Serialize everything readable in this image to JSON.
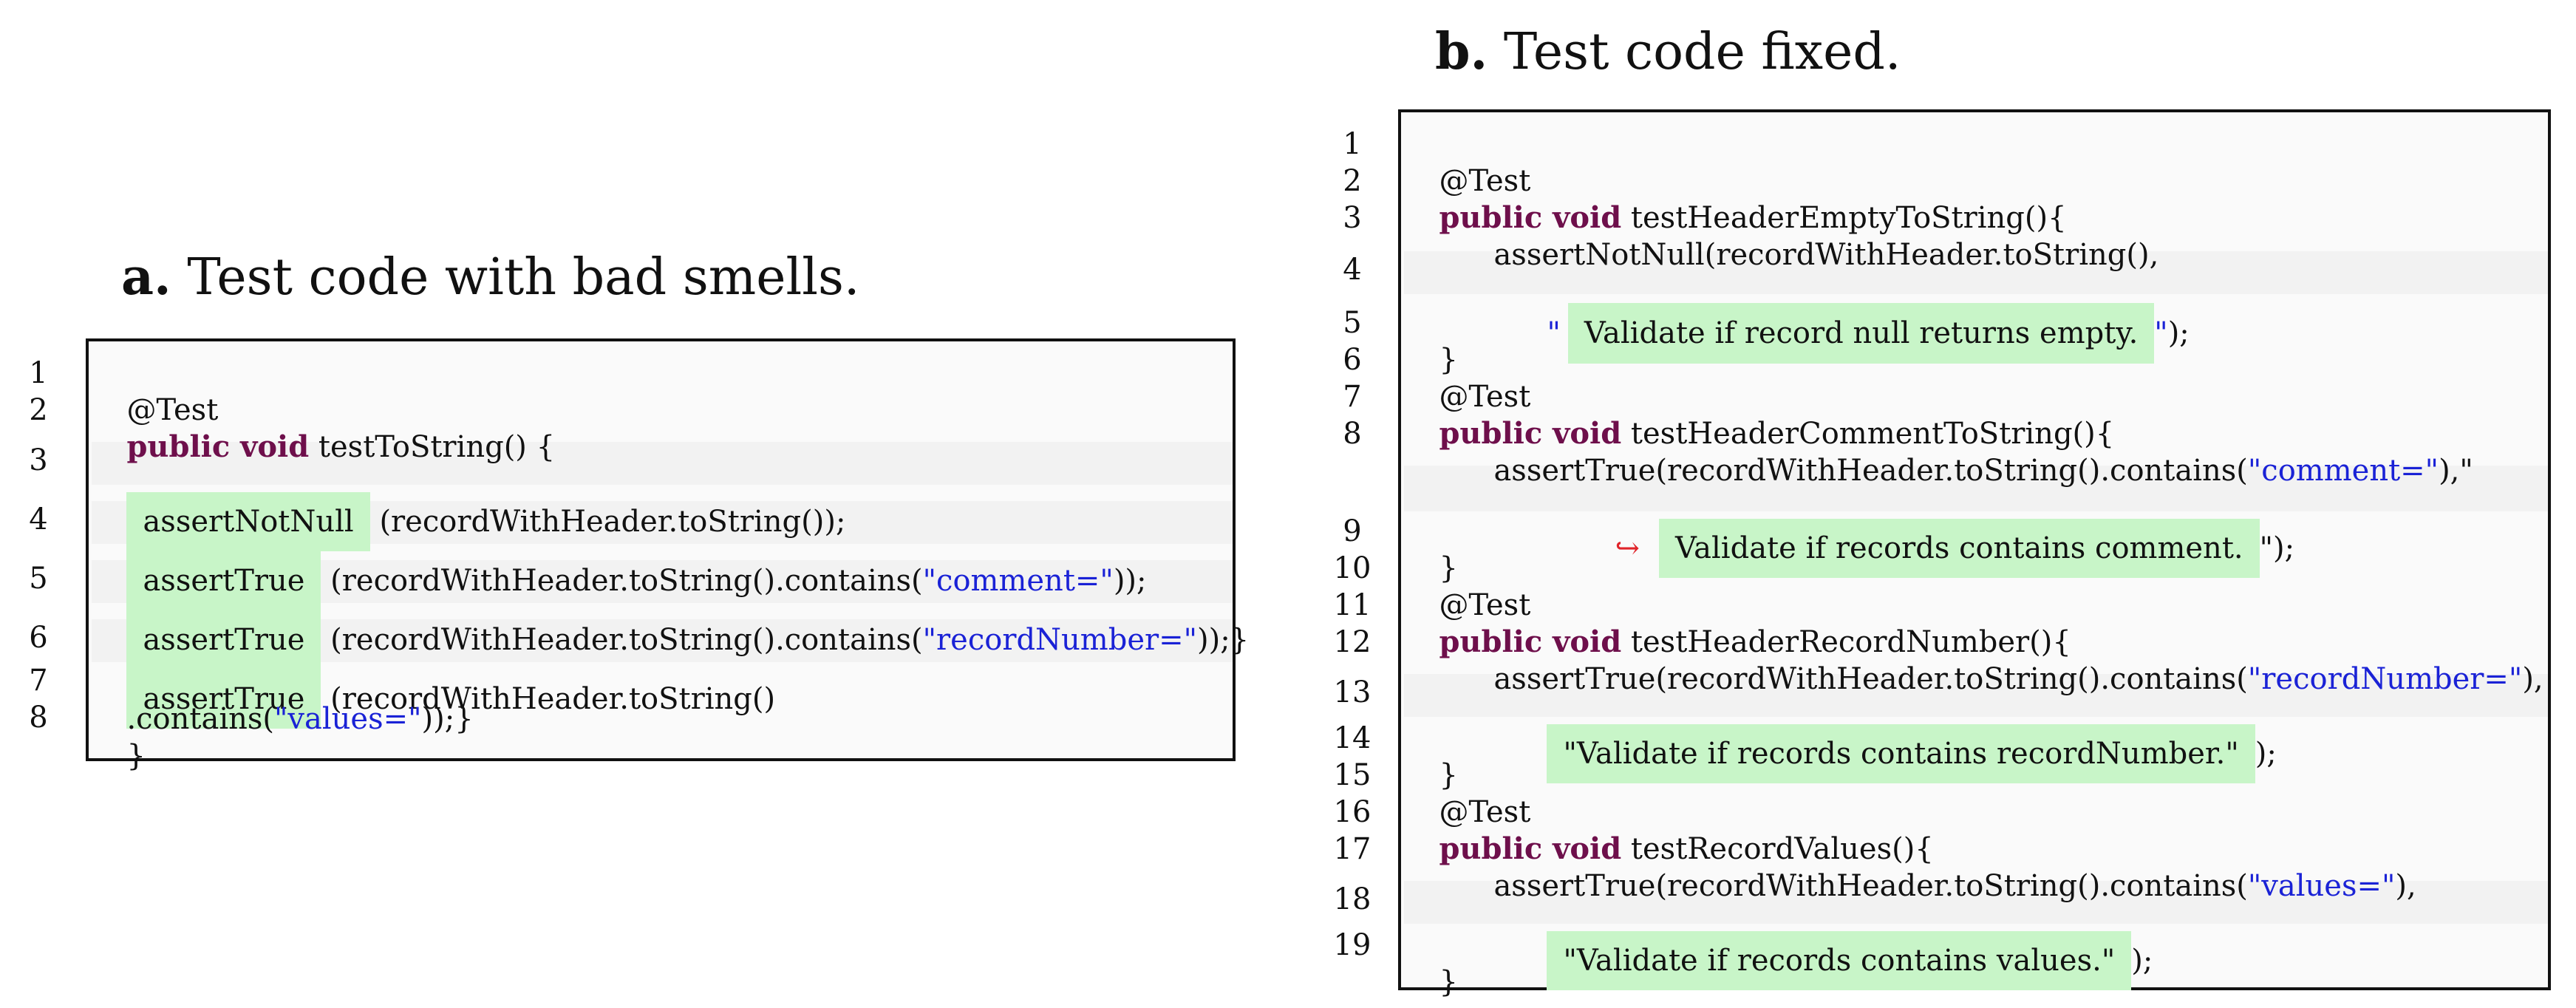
{
  "panel_a": {
    "caption_letter": "a.",
    "caption_text": "Test code with bad smells.",
    "line_numbers": [
      "1",
      "2",
      "3",
      "4",
      "5",
      "6",
      "7",
      "8"
    ],
    "lines": {
      "l1": "@Test",
      "l2_kw": "public void",
      "l2_rest": " testToString() {",
      "l3_hl": "assertNotNull",
      "l3_rest": "(recordWithHeader.toString());",
      "l4_hl": "assertTrue",
      "l4_rest": "(recordWithHeader.toString().contains(",
      "l4_str": "\"comment=\"",
      "l4_end": "));",
      "l5_hl": "assertTrue",
      "l5_rest": "(recordWithHeader.toString().contains(",
      "l5_str": "\"recordNumber=\"",
      "l5_end": "));}",
      "l6_hl": "assertTrue",
      "l6_rest": "(recordWithHeader.toString()",
      "l7_pre": ".contains(",
      "l7_str": "\"values=\"",
      "l7_end": "));}",
      "l8": "}"
    }
  },
  "panel_b": {
    "caption_letter": "b.",
    "caption_text": "Test code fixed.",
    "line_numbers": [
      "1",
      "2",
      "3",
      "4",
      "5",
      "6",
      "7",
      "8",
      "9",
      "10",
      "11",
      "12",
      "13",
      "14",
      "15",
      "16",
      "17",
      "18",
      "19"
    ],
    "lines": {
      "l1": "@Test",
      "l2_kw": "public void",
      "l2_rest": " testHeaderEmptyToString(){",
      "l3": "assertNotNull(recordWithHeader.toString(),",
      "l4_q": "\"",
      "l4_hl": "Validate if record null returns empty.",
      "l4_end": "\");",
      "l5": "}",
      "l6": "@Test",
      "l7_kw": "public void",
      "l7_rest": " testHeaderCommentToString(){",
      "l8_pre": "assertTrue(recordWithHeader.toString().contains(",
      "l8_str": "\"comment=\"",
      "l8_end": "),\"",
      "l8c_arrow": "↪",
      "l8c_hl": "Validate if records contains comment.",
      "l8c_end": "\");",
      "l9": "}",
      "l10": "@Test",
      "l11_kw": "public void",
      "l11_rest": " testHeaderRecordNumber(){",
      "l12_pre": "assertTrue(recordWithHeader.toString().contains(",
      "l12_str": "\"recordNumber=\"",
      "l12_end": "),",
      "l13_hl": "\"Validate if records contains recordNumber.\"",
      "l13_end": ");",
      "l14": "}",
      "l15": "@Test",
      "l16_kw": "public void",
      "l16_rest": " testRecordValues(){",
      "l17_pre": "assertTrue(recordWithHeader.toString().contains(",
      "l17_str": "\"values=\"",
      "l17_end": "),",
      "l18_hl": "\"Validate if records contains values.\"",
      "l18_end": ");",
      "l19": "}"
    }
  }
}
